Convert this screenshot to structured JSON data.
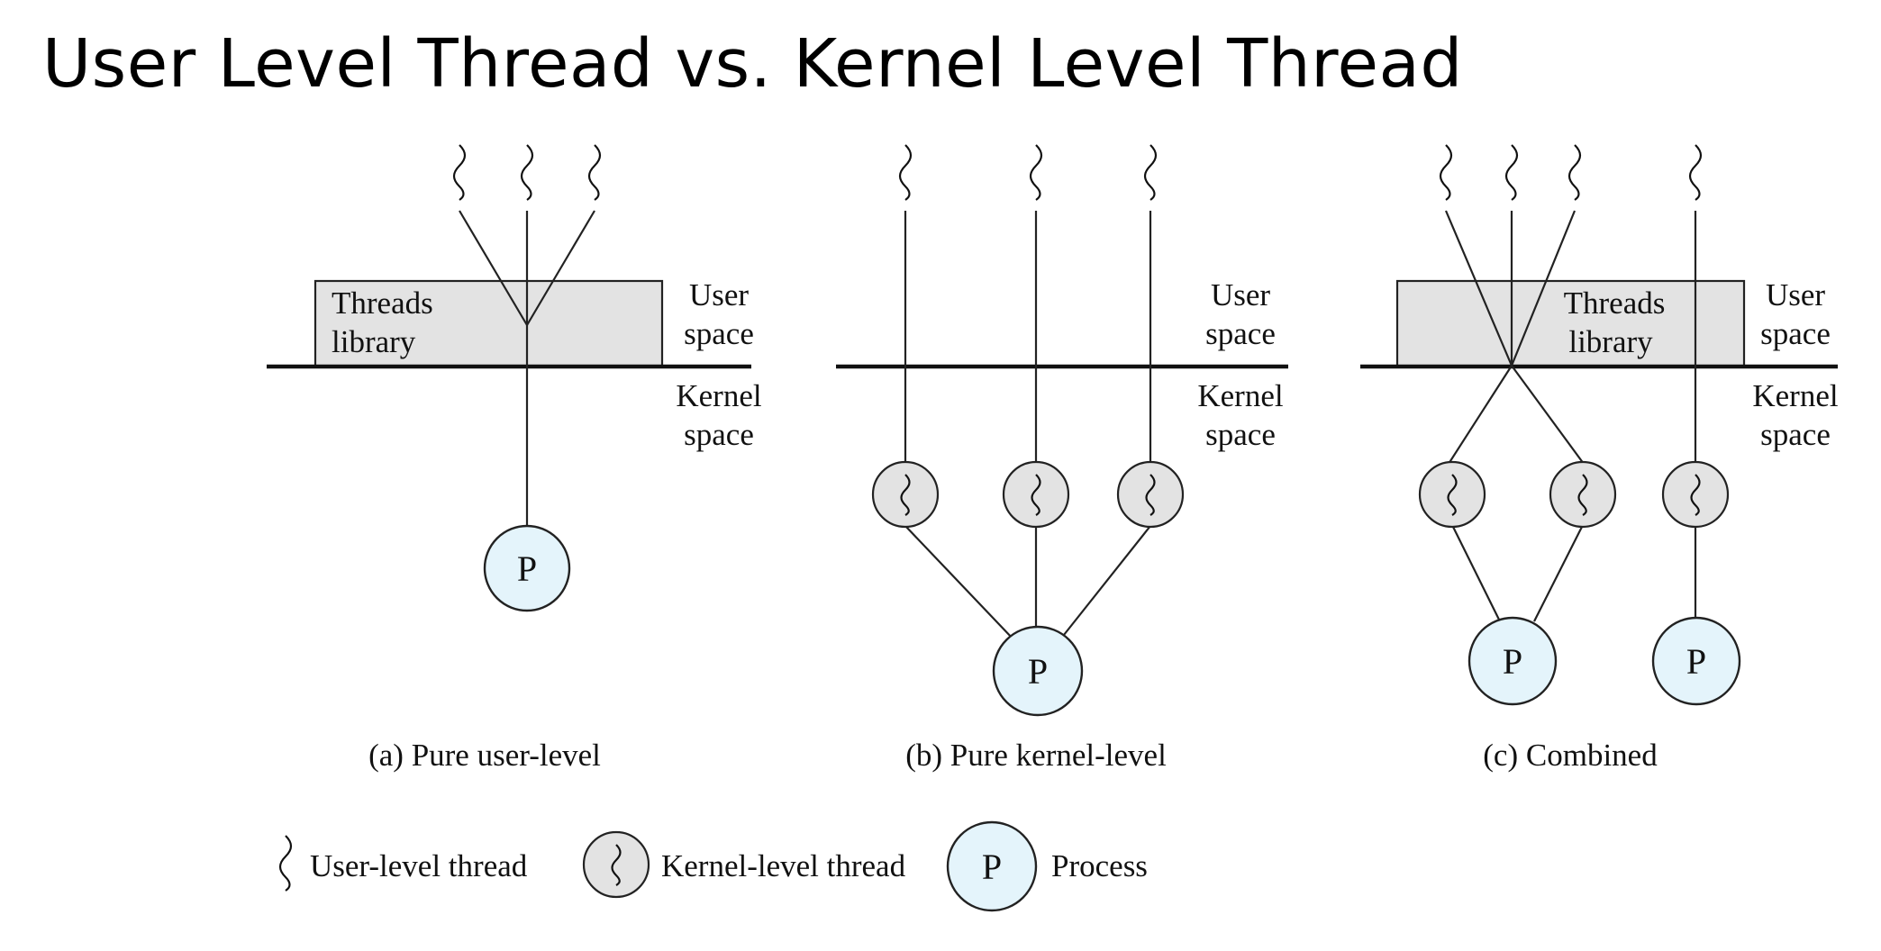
{
  "title": "User Level Thread vs. Kernel Level Thread",
  "labels": {
    "threads_library_line1": "Threads",
    "threads_library_line2": "library",
    "user_space_line1": "User",
    "user_space_line2": "space",
    "kernel_space_line1": "Kernel",
    "kernel_space_line2": "space",
    "process_letter": "P"
  },
  "captions": {
    "a": "(a) Pure user-level",
    "b": "(b) Pure kernel-level",
    "c": "(c) Combined"
  },
  "legend": {
    "user_thread": "User-level thread",
    "kernel_thread": "Kernel-level thread",
    "process": "Process"
  },
  "colors": {
    "library_fill": "#e3e3e3",
    "kernel_thread_fill": "#e3e3e3",
    "process_fill": "#e4f4fb"
  }
}
